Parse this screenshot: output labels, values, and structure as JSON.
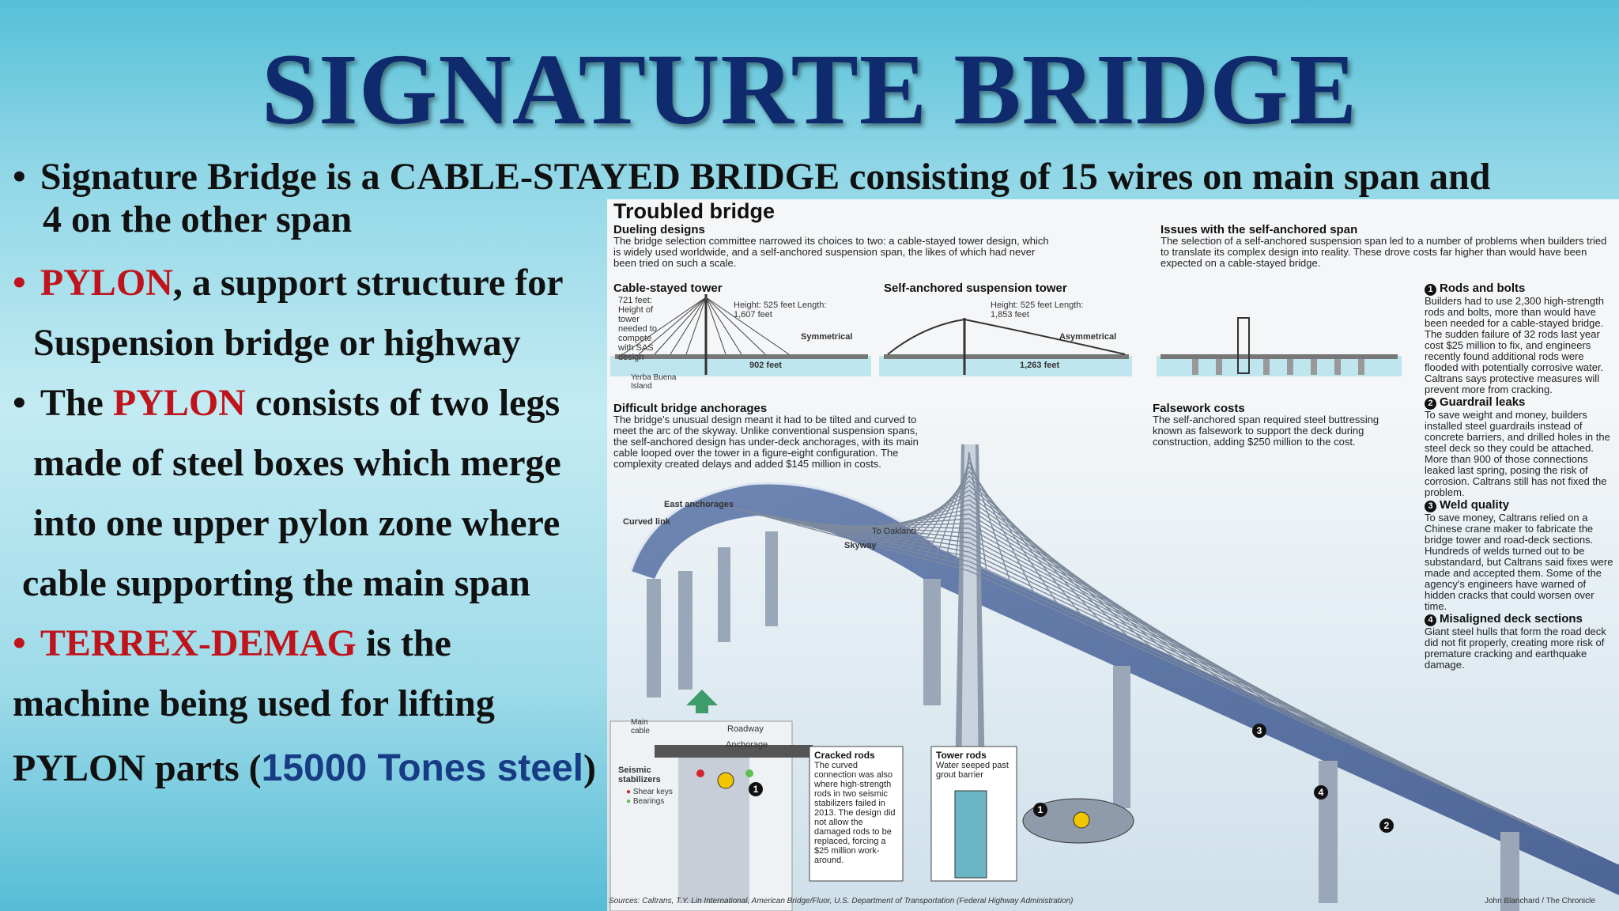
{
  "title": "SIGNATURTE BRIDGE",
  "bullets": {
    "b1_line1": "Signature Bridge is a CABLE-STAYED BRIDGE consisting of 15 wires on main span and",
    "b1_line2": "4 on the other span",
    "b2_red": "PYLON",
    "b2_rest": ", a support structure for",
    "b2_line2": "Suspension bridge or highway",
    "b3_pre": "The ",
    "b3_red": "PYLON",
    "b3_rest": " consists of two legs",
    "b3_line2": "made of steel boxes which merge",
    "b3_line3": "into one upper pylon zone where",
    "b3_line4": "cable supporting the main span",
    "b4_red": "TERREX-DEMAG",
    "b4_rest": " is the",
    "b4_line2": "machine being used for lifting",
    "b4_line3_pre": "PYLON parts (",
    "b4_line3_blue": "15000 Tones steel",
    "b4_line3_post": ")",
    "bullet_char": "•"
  },
  "infographic": {
    "title": "Troubled bridge",
    "dueling_heading": "Dueling designs",
    "dueling_text": "The bridge selection committee narrowed its choices to two: a cable-stayed tower design, which is widely used worldwide, and a self-anchored suspension span, the likes of which had never been tried on such a scale.",
    "issues_heading": "Issues with the self-anchored span",
    "issues_text": "The selection of a self-anchored suspension span led to a number of problems when builders tried to translate its complex design into reality. These drove costs far higher than would have been expected on a cable-stayed bridge.",
    "cable_stayed_label": "Cable-stayed tower",
    "cable_note": "721 feet: Height of tower needed to compete with SAS design",
    "cable_dims": "Height: 525 feet Length: 1,607 feet",
    "symmetrical": "Symmetrical",
    "span_902": "902 feet",
    "yerba": "Yerba Buena Island",
    "sas_label": "Self-anchored suspension tower",
    "sas_dims": "Height: 525 feet Length: 1,853 feet",
    "asymmetrical": "Asymmetrical",
    "span_1263": "1,263 feet",
    "anchorages_heading": "Difficult bridge anchorages",
    "anchorages_text": "The bridge's unusual design meant it had to be tilted and curved to meet the arc of the skyway. Unlike conventional suspension spans, the self-anchored design has under-deck anchorages, with its main cable looped over the tower in a figure-eight configuration. The complexity created delays and added $145 million in costs.",
    "falsework_heading": "Falsework costs",
    "falsework_text": "The self-anchored span required steel buttressing known as falsework to support the deck during construction, adding $250 million to the cost.",
    "issue1_heading": "Rods and bolts",
    "issue1_text": "Builders had to use 2,300 high-strength rods and bolts, more than would have been needed for a cable-stayed bridge. The sudden failure of 32 rods last year cost $25 million to fix, and engineers recently found additional rods were flooded with potentially corrosive water. Caltrans says protective measures will prevent more from cracking.",
    "issue2_heading": "Guardrail leaks",
    "issue2_text": "To save weight and money, builders installed steel guardrails instead of concrete barriers, and drilled holes in the steel deck so they could be attached. More than 900 of those connections leaked last spring, posing the risk of corrosion. Caltrans still has not fixed the problem.",
    "issue3_heading": "Weld quality",
    "issue3_text": "To save money, Caltrans relied on a Chinese crane maker to fabricate the bridge tower and road-deck sections. Hundreds of welds turned out to be substandard, but Caltrans said fixes were made and accepted them. Some of the agency's engineers have warned of hidden cracks that could worsen over time.",
    "issue4_heading": "Misaligned deck sections",
    "issue4_text": "Giant steel hulls that form the road deck did not fit properly, creating more risk of premature cracking and earthquake damage.",
    "east_anchorages": "East anchorages",
    "curved_link": "Curved link",
    "to_oakland": "To Oakland",
    "skyway": "Skyway",
    "main_cable": "Main cable",
    "roadway": "Roadway",
    "anchorage": "Anchorage",
    "seismic": "Seismic stabilizers",
    "shear_keys": "Shear keys",
    "bearings": "Bearings",
    "cracked_heading": "Cracked rods",
    "cracked_text": "The curved connection was also where high-strength rods in two seismic stabilizers failed in 2013. The design did not allow the damaged rods to be replaced, forcing a $25 million work-around.",
    "tower_rods_heading": "Tower rods",
    "tower_rods_text": "Water seeped past grout barrier",
    "sources": "Sources: Caltrans, T.Y. Lin International, American Bridge/Fluor, U.S. Department of Transportation (Federal Highway Administration)",
    "credit": "John Blanchard / The Chronicle",
    "n1": "1",
    "n2": "2",
    "n3": "3",
    "n4": "4"
  },
  "colors": {
    "title": "#102a6e",
    "accent_red": "#c0141c",
    "accent_blue": "#173c85"
  }
}
